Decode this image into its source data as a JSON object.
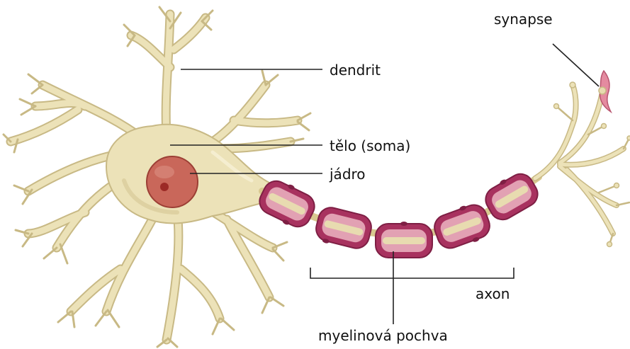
{
  "labels": {
    "dendrit": "dendrit",
    "soma": "tělo (soma)",
    "nucleus": "jádro",
    "synapse": "synapse",
    "axon": "axon",
    "myelin": "myelinová pochva"
  },
  "colors": {
    "cell_body": "#ece2b8",
    "cell_outline": "#c8b985",
    "nucleus": "#c9675a",
    "nucleolus": "#9c2a26",
    "myelin_outer": "#a8325f",
    "myelin_inner": "#e2a1b3",
    "axon_core": "#e8dbb0",
    "synapse": "#e48ba0",
    "leader_line": "#222222"
  }
}
